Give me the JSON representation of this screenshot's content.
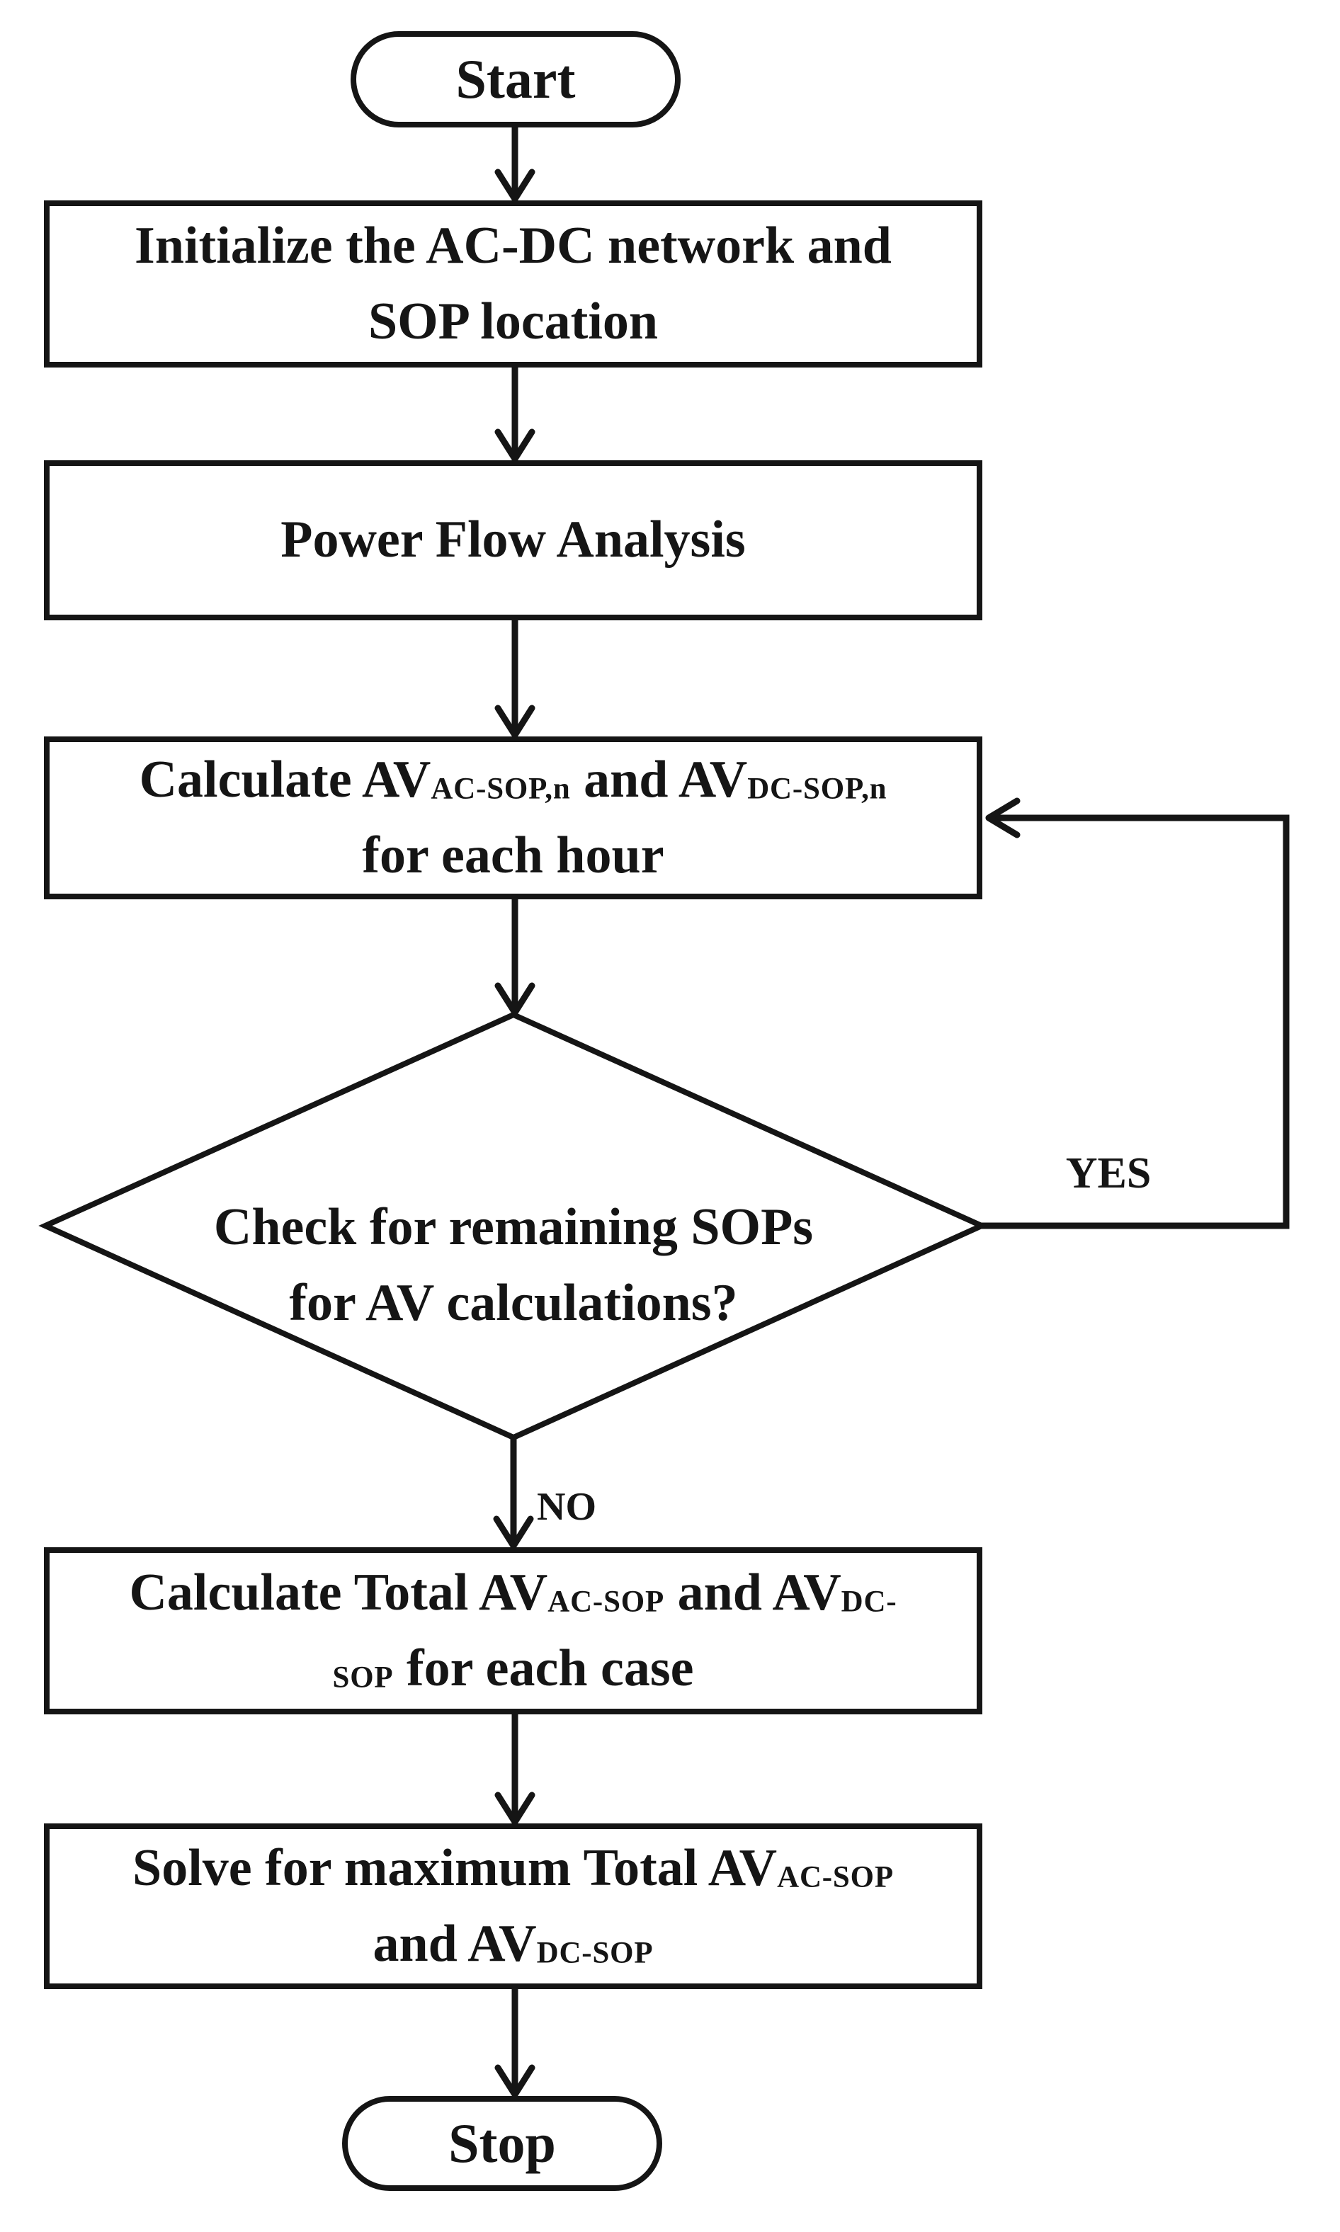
{
  "diagram": {
    "type": "flowchart",
    "colors": {
      "line": "#151515",
      "text": "#151515",
      "background": "#ffffff",
      "node_fill": "#ffffff"
    },
    "labels": {
      "yes": "YES",
      "no": "NO"
    },
    "nodes": {
      "start": {
        "type": "terminator",
        "text": "Start"
      },
      "initialize": {
        "type": "process",
        "lines": [
          [
            {
              "t": "Initialize the AC-DC network and"
            }
          ],
          [
            {
              "t": "SOP location"
            }
          ]
        ]
      },
      "power_flow": {
        "type": "process",
        "lines": [
          [
            {
              "t": "Power Flow Analysis"
            }
          ]
        ]
      },
      "calc_av": {
        "type": "process",
        "lines": [
          [
            {
              "t": "Calculate AV"
            },
            {
              "t": "AC-SOP,n",
              "sub": true
            },
            {
              "t": " and AV"
            },
            {
              "t": "DC-SOP,n",
              "sub": true
            }
          ],
          [
            {
              "t": "for each hour"
            }
          ]
        ]
      },
      "decision": {
        "type": "decision",
        "lines": [
          [
            {
              "t": "Check for remaining SOPs"
            }
          ],
          [
            {
              "t": "for AV calculations?"
            }
          ]
        ]
      },
      "calc_total": {
        "type": "process",
        "lines": [
          [
            {
              "t": "Calculate Total AV"
            },
            {
              "t": "AC-SOP",
              "sub": true
            },
            {
              "t": " and AV"
            },
            {
              "t": "DC-",
              "sub": true
            }
          ],
          [
            {
              "t": "SOP",
              "sub": true
            },
            {
              "t": " for each case"
            }
          ]
        ]
      },
      "solve": {
        "type": "process",
        "lines": [
          [
            {
              "t": "Solve for maximum Total AV"
            },
            {
              "t": "AC-SOP",
              "sub": true
            }
          ],
          [
            {
              "t": "and AV"
            },
            {
              "t": "DC-SOP",
              "sub": true
            }
          ]
        ]
      },
      "stop": {
        "type": "terminator",
        "text": "Stop"
      }
    },
    "edges": [
      {
        "from": "start",
        "to": "initialize",
        "label": ""
      },
      {
        "from": "initialize",
        "to": "power_flow",
        "label": ""
      },
      {
        "from": "power_flow",
        "to": "calc_av",
        "label": ""
      },
      {
        "from": "calc_av",
        "to": "decision",
        "label": ""
      },
      {
        "from": "decision",
        "to": "calc_av",
        "label": "YES"
      },
      {
        "from": "decision",
        "to": "calc_total",
        "label": "NO"
      },
      {
        "from": "calc_total",
        "to": "solve",
        "label": ""
      },
      {
        "from": "solve",
        "to": "stop",
        "label": ""
      }
    ]
  }
}
